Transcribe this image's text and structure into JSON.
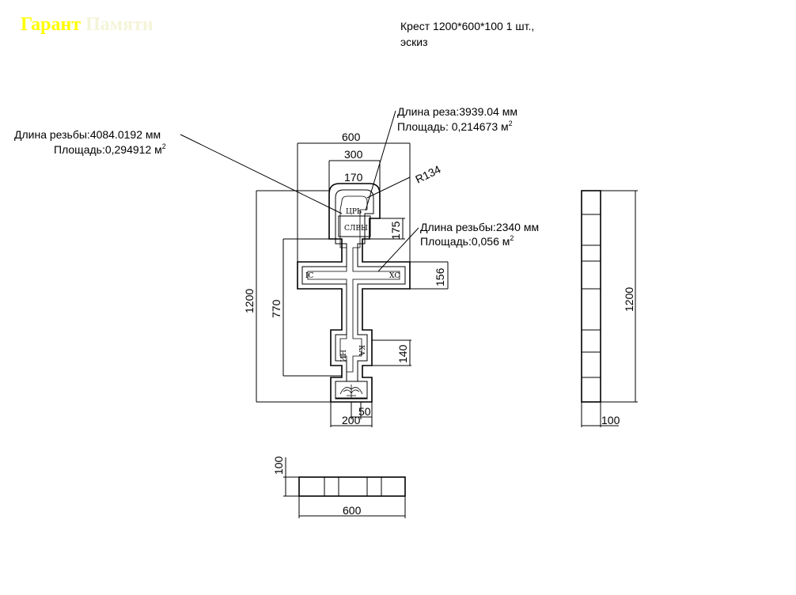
{
  "brand": {
    "word1": "Гарант",
    "word2": "Памяти",
    "color1": "#ffff00",
    "color2": "#f4f4d8"
  },
  "header": {
    "title_line1": "Крест 1200*600*100 1 шт.,",
    "title_line2": "эскиз"
  },
  "callouts": {
    "carving_total": {
      "line1": "Длина резьбы:4084.0192 мм",
      "line2_prefix": "Площадь:0,294912 м",
      "sup": "2"
    },
    "cut": {
      "line1": "Длина реза:3939.04 мм",
      "line2_prefix": "Площадь: 0,214673 м",
      "sup": "2"
    },
    "carving_inner": {
      "line1": "Длина резьбы:2340 мм",
      "line2_prefix": "Площадь:0,056 м",
      "sup": "2"
    }
  },
  "dimensions": {
    "width_600": "600",
    "width_300": "300",
    "width_170": "170",
    "radius": "R134",
    "height_175": "175",
    "height_156": "156",
    "height_1200": "1200",
    "height_770": "770",
    "height_140": "140",
    "width_50": "50",
    "width_200": "200",
    "side_height": "1200",
    "side_thickness": "100",
    "top_thickness": "100",
    "top_width": "600"
  },
  "inscriptions": {
    "top_line1": "ЦРЬ",
    "top_line2": "СЛВЫ",
    "left_arm": "IС",
    "right_arm": "ХС",
    "lower_left": "НИ",
    "lower_right": "КА"
  }
}
